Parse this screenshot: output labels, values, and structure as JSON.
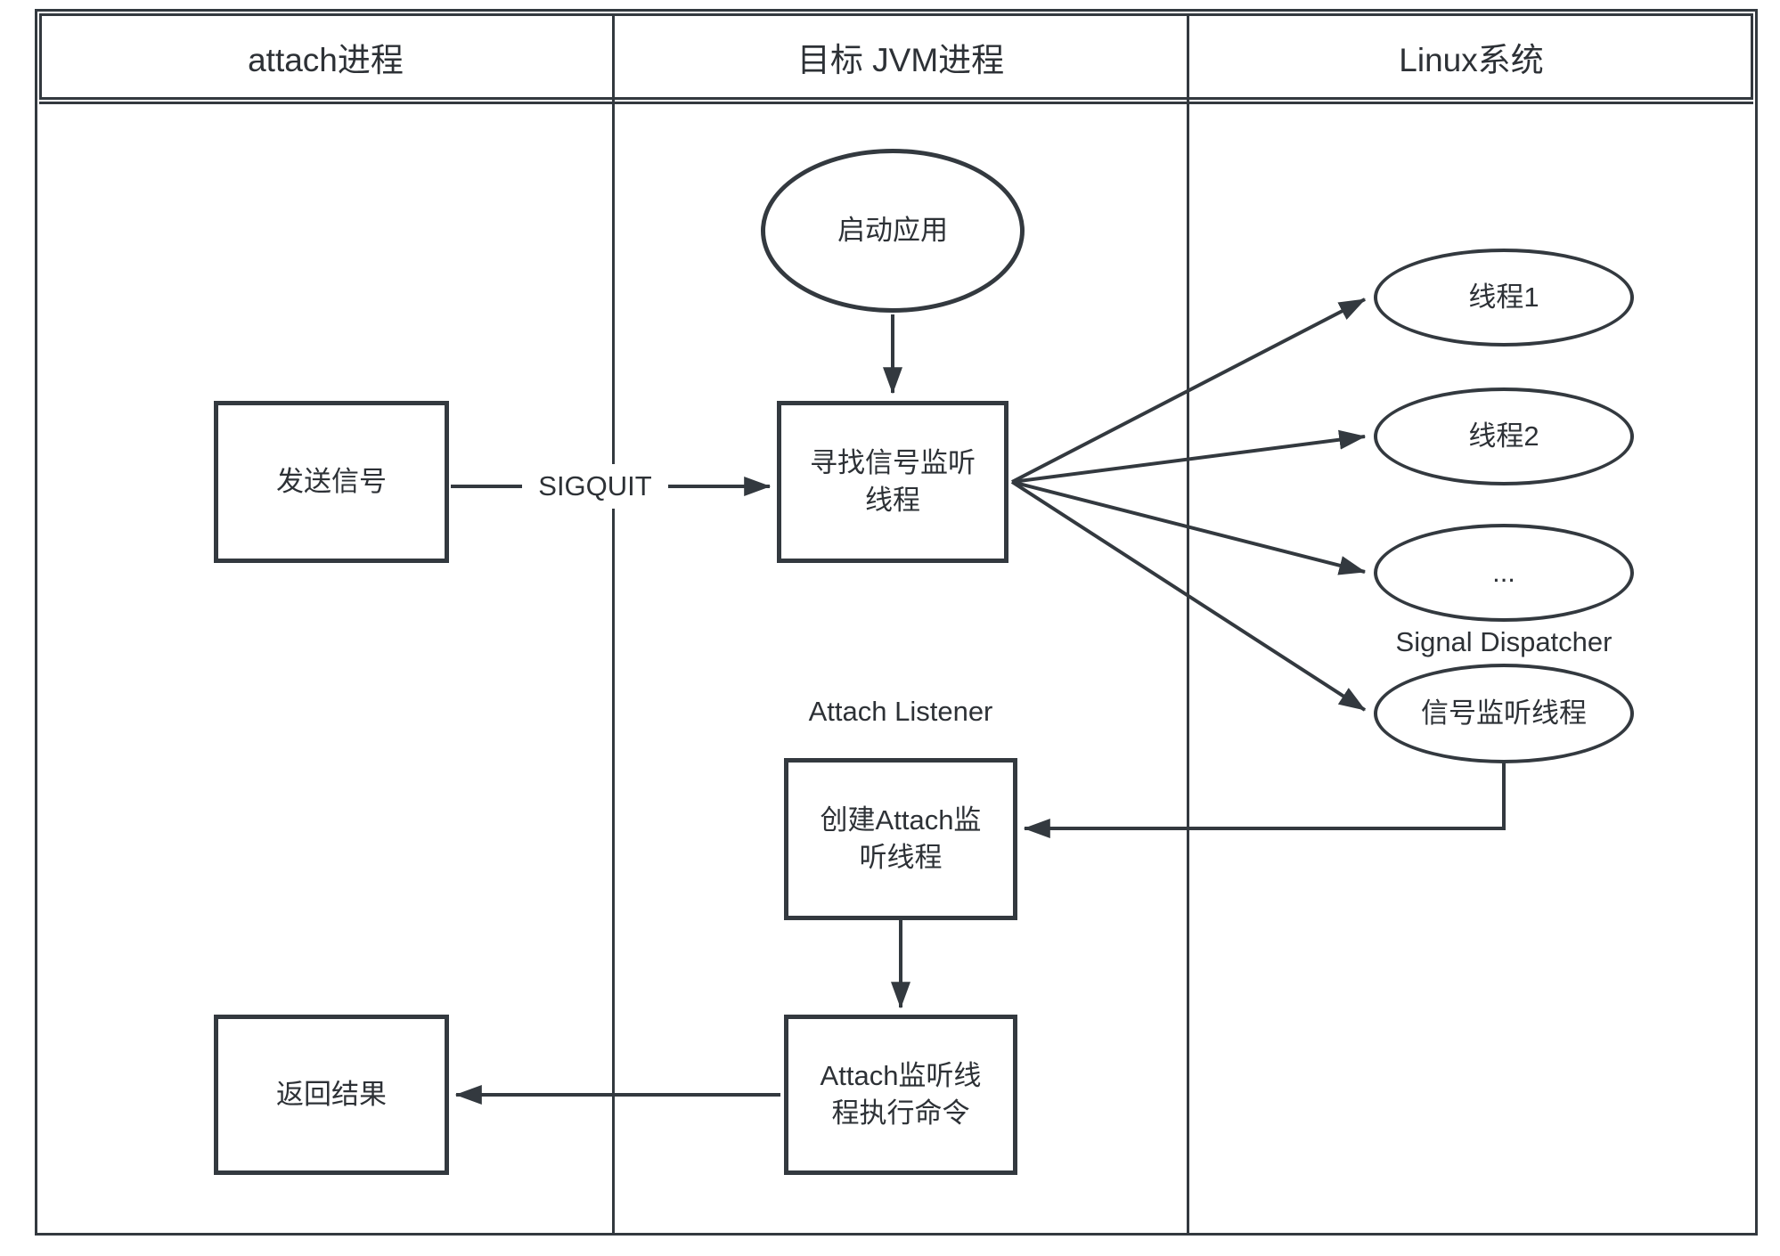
{
  "colors": {
    "stroke": "#33393f",
    "text": "#2d3136",
    "background": "#ffffff"
  },
  "lanes": [
    {
      "label": "attach进程"
    },
    {
      "label": "目标 JVM进程"
    },
    {
      "label": "Linux系统"
    }
  ],
  "nodes": {
    "start_app": {
      "shape": "ellipse",
      "label": "启动应用"
    },
    "send_signal": {
      "shape": "rect",
      "label": "发送信号"
    },
    "find_thread": {
      "shape": "rect",
      "line1": "寻找信号监听",
      "line2": "线程"
    },
    "thread1": {
      "shape": "ellipse",
      "label": "线程1"
    },
    "thread2": {
      "shape": "ellipse",
      "label": "线程2"
    },
    "thread_more": {
      "shape": "ellipse",
      "label": "..."
    },
    "signal_listener": {
      "shape": "ellipse",
      "label": "信号监听线程"
    },
    "create_attach": {
      "shape": "rect",
      "line1": "创建Attach监",
      "line2": "听线程"
    },
    "exec_command": {
      "shape": "rect",
      "line1": "Attach监听线",
      "line2": "程执行命令"
    },
    "return_result": {
      "shape": "rect",
      "label": "返回结果"
    }
  },
  "annotations": {
    "signal_dispatcher": "Signal Dispatcher",
    "attach_listener": "Attach Listener"
  },
  "edge_labels": {
    "sigquit": "SIGQUIT"
  }
}
